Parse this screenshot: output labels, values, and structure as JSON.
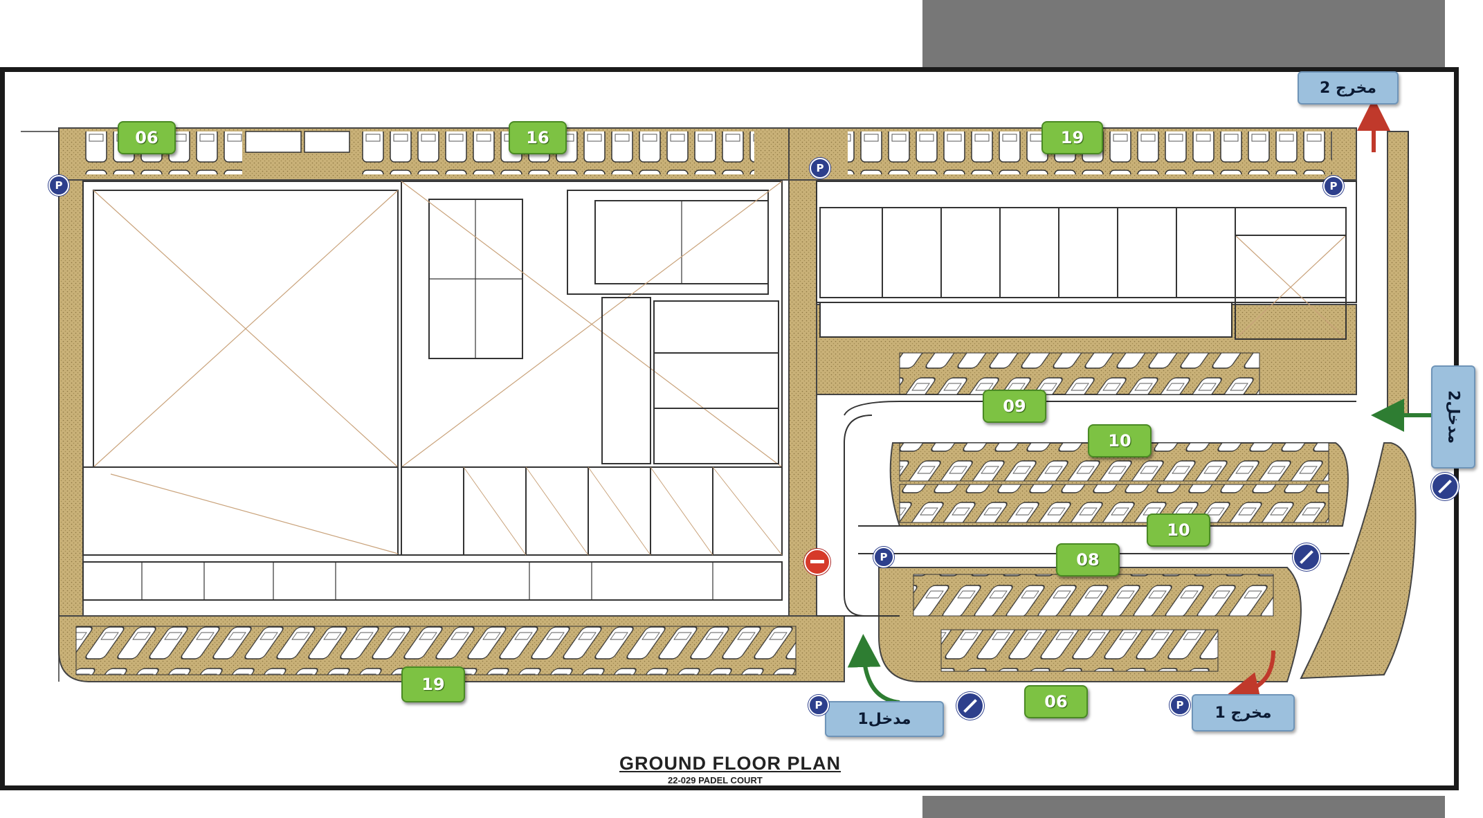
{
  "plan": {
    "title": "GROUND FLOOR PLAN",
    "subtitle": "22-029 PADEL COURT"
  },
  "parking_counts": [
    {
      "id": "top-left",
      "value": "06"
    },
    {
      "id": "top-middle",
      "value": "16"
    },
    {
      "id": "top-right",
      "value": "19"
    },
    {
      "id": "row-09",
      "value": "09"
    },
    {
      "id": "row-10a",
      "value": "10"
    },
    {
      "id": "row-10b",
      "value": "10"
    },
    {
      "id": "row-08",
      "value": "08"
    },
    {
      "id": "bottom-left",
      "value": "19"
    },
    {
      "id": "bottom-middle",
      "value": "06"
    }
  ],
  "gates": {
    "exit_2": "مخرج 2",
    "entrance_2": "مدخل2",
    "entrance_1": "مدخل1",
    "exit_1": "مخرج 1"
  },
  "icons": {
    "parking": "P",
    "parking_icon_name": "parking-icon",
    "no_entry_icon_name": "no-entry-icon",
    "stop_icon_name": "stop-icon"
  },
  "colors": {
    "hatch": "#c9b178",
    "badge_green": "#7dc243",
    "gate_blue": "#9cc0dd",
    "arrow_red": "#c0392b",
    "arrow_green": "#2e7d32",
    "frame": "#1a1a1a"
  }
}
